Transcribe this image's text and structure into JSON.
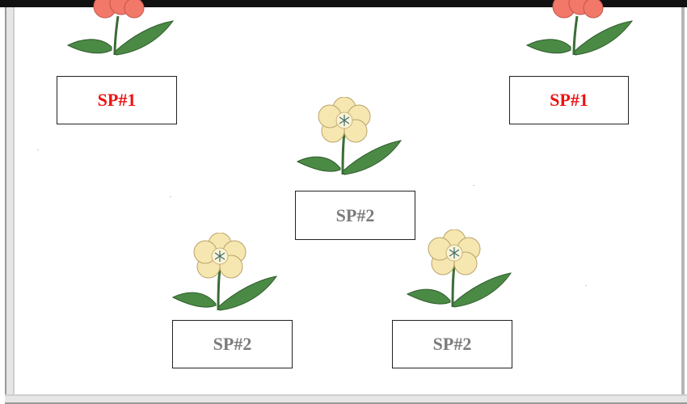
{
  "labels": {
    "sp1_left": "SP#1",
    "sp1_right": "SP#1",
    "sp2_top": "SP#2",
    "sp2_bottom_left": "SP#2",
    "sp2_bottom_right": "SP#2"
  },
  "colors": {
    "sp1_text": "#ee1111",
    "sp2_text": "#7b7b7b",
    "red_petal": "#f2796a",
    "cream_petal": "#f6e6b0",
    "leaf": "#3e7a3a"
  },
  "icons": [
    "red-flower-icon",
    "cream-flower-icon"
  ]
}
